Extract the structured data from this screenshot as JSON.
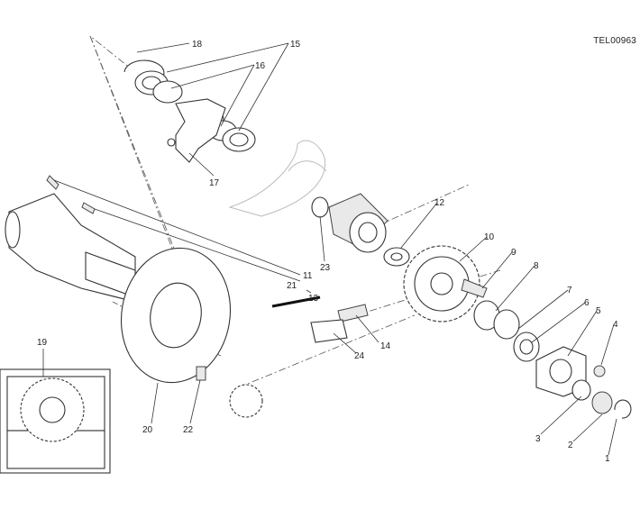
{
  "drawing_code": "TEL00963",
  "callouts": [
    {
      "id": "18",
      "label": "18"
    },
    {
      "id": "15",
      "label": "15"
    },
    {
      "id": "16",
      "label": "16"
    },
    {
      "id": "17",
      "label": "17"
    },
    {
      "id": "12",
      "label": "12"
    },
    {
      "id": "10",
      "label": "10"
    },
    {
      "id": "9",
      "label": "9"
    },
    {
      "id": "8",
      "label": "8"
    },
    {
      "id": "7",
      "label": "7"
    },
    {
      "id": "6",
      "label": "6"
    },
    {
      "id": "5",
      "label": "5"
    },
    {
      "id": "4",
      "label": "4"
    },
    {
      "id": "3",
      "label": "3"
    },
    {
      "id": "2",
      "label": "2"
    },
    {
      "id": "1",
      "label": "1"
    },
    {
      "id": "11",
      "label": "11"
    },
    {
      "id": "21",
      "label": "21"
    },
    {
      "id": "13",
      "label": "13"
    },
    {
      "id": "23",
      "label": "23"
    },
    {
      "id": "14",
      "label": "14"
    },
    {
      "id": "24",
      "label": "24"
    },
    {
      "id": "19",
      "label": "19"
    },
    {
      "id": "20",
      "label": "20"
    },
    {
      "id": "22",
      "label": "22"
    }
  ]
}
